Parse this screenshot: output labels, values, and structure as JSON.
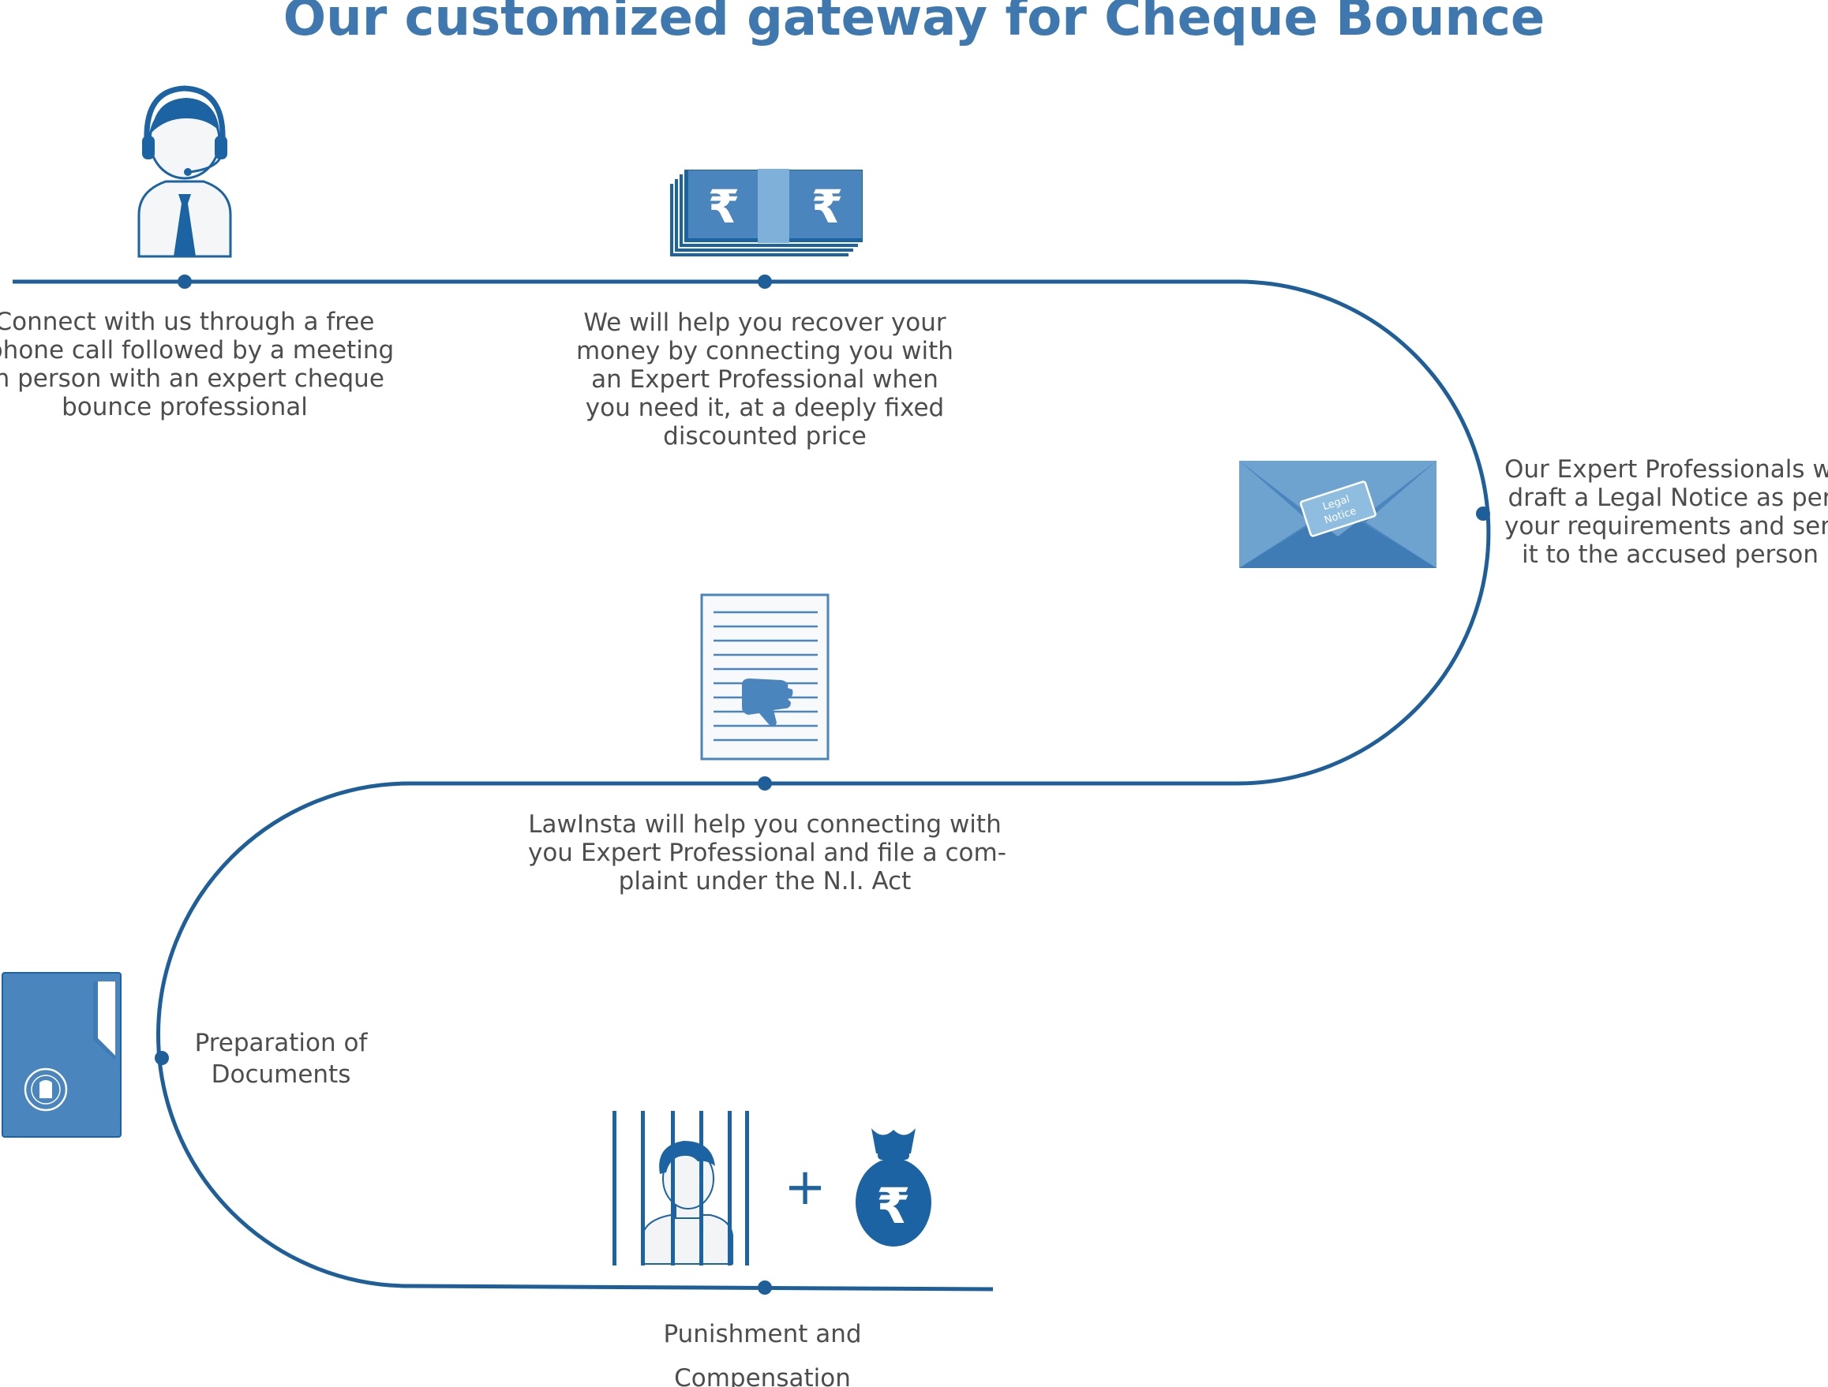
{
  "title": "Our customized gateway for Cheque Bounce",
  "colors": {
    "title": "#3e78ae",
    "path": "#1e5f99",
    "icon_dark": "#1c63a3",
    "icon_mid": "#4a85bd",
    "icon_light": "#6ea3cf",
    "text": "#4d4d4d"
  },
  "icons": {
    "support_agent": "headset-agent-icon",
    "money": "rupee-notes-icon",
    "legal_notice": "envelope-icon",
    "legal_notice_stamp": "Legal\nNotice",
    "complaint": "document-with-hand-icon",
    "documents": "folder-icon",
    "punishment": "prisoner-behind-bars-icon",
    "plus": "+",
    "compensation": "rupee-money-bag-icon",
    "rupee": "₹"
  },
  "steps": [
    {
      "id": "connect",
      "lines": [
        "Connect with us through a free",
        "phone call followed by a meeting",
        "in person with an expert cheque",
        "bounce professional"
      ]
    },
    {
      "id": "recover",
      "lines": [
        "We will help you recover your",
        "money by connecting you with",
        "an Expert Professional when",
        "you need it, at a deeply fixed",
        "discounted price"
      ]
    },
    {
      "id": "legal-notice",
      "lines": [
        "Our Expert Professionals will",
        "draft a Legal Notice as per",
        "your requirements and send",
        "it to the accused person"
      ]
    },
    {
      "id": "complaint",
      "lines": [
        "LawInsta will help you connecting with",
        "you Expert Professional and file a com-",
        "plaint under the N.I. Act"
      ]
    },
    {
      "id": "documents",
      "lines": [
        "Preparation of",
        "Documents"
      ]
    },
    {
      "id": "punishment",
      "lines": [
        "Punishment and",
        "Compensation"
      ]
    }
  ]
}
